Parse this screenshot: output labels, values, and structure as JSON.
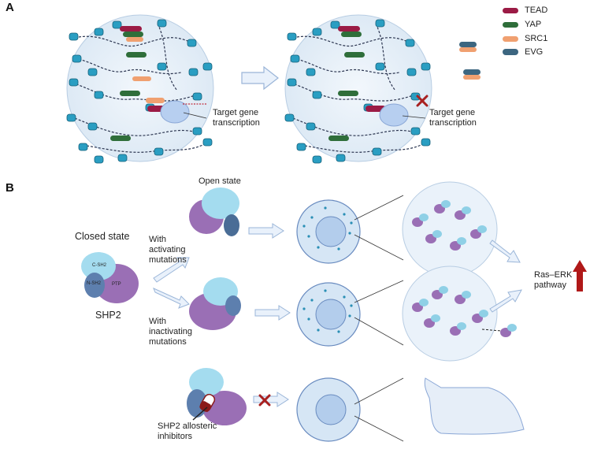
{
  "panel_a": {
    "label": "A",
    "legend": [
      {
        "name": "TEAD",
        "color": "#9b1b45"
      },
      {
        "name": "YAP",
        "color": "#2f6e3a"
      },
      {
        "name": "SRC1",
        "color": "#f0a070"
      },
      {
        "name": "EVG",
        "color": "#3c6680"
      }
    ],
    "left_label": "Target gene\ntranscription",
    "right_label": "Target gene\ntranscription"
  },
  "panel_b": {
    "label": "B",
    "open_state": "Open state",
    "closed_state": "Closed state",
    "c_sh2": "C-SH2",
    "n_sh2": "N-SH2",
    "ptp": "PTP",
    "shp2": "SHP2",
    "activating": "With\nactivating\nmutations",
    "inactivating": "With\ninactivating\nmutations",
    "inhibitors": "SHP2 allosteric\ninhibitors",
    "ras_erk": "Ras–ERK\npathway"
  },
  "colors": {
    "cell_fill": "#d6e6f5",
    "cell_stroke": "#6a8cc0",
    "nucleus_fill": "#b3cdec",
    "dna_dot": "#2a8fb5",
    "purple": "#8a6aa8",
    "light_blue": "#8fd0e6",
    "arrow_fill": "#e9f1fb",
    "arrow_stroke": "#9ab5d8",
    "red": "#b01818"
  }
}
